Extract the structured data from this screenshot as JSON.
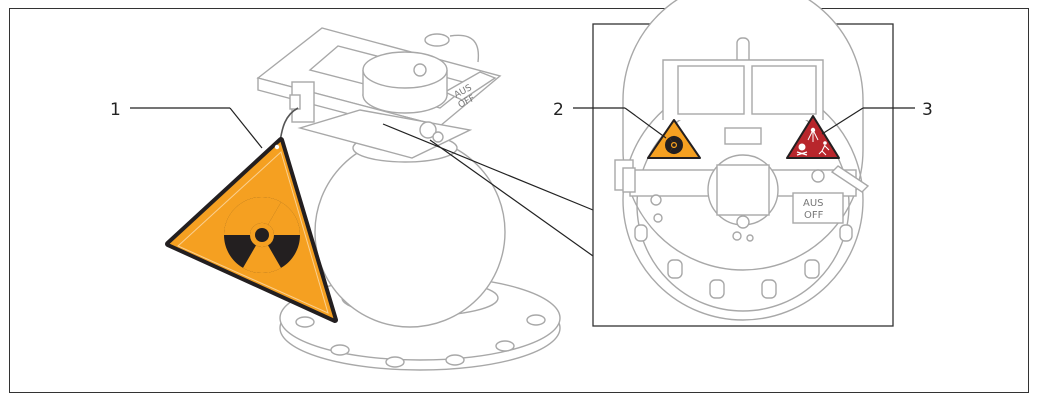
{
  "figure": {
    "callouts": [
      {
        "number": "1",
        "name": "radiation-warning-sign-large"
      },
      {
        "number": "2",
        "name": "radiation-warning-sign-small"
      },
      {
        "number": "3",
        "name": "ionizing-radiation-warning-sign"
      }
    ],
    "switch_plate": {
      "line1": "AUS",
      "line2": "OFF"
    },
    "colors": {
      "warning_orange": "#f5a021",
      "warning_red": "#b8262c",
      "outline_gray": "#a8a8a8",
      "frame": "#333333"
    },
    "icons": [
      "radiation-trefoil-icon",
      "skull-icon",
      "radiation-source-icon"
    ]
  }
}
